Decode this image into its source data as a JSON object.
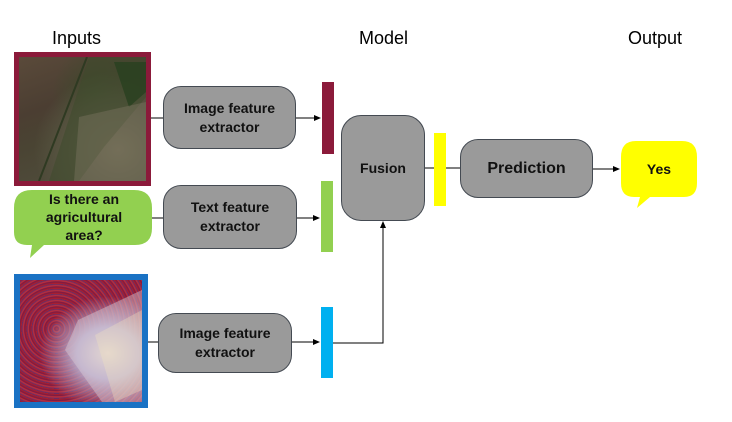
{
  "headers": {
    "inputs": "Inputs",
    "model": "Model",
    "output": "Output"
  },
  "boxes": {
    "image_extractor_top": "Image feature extractor",
    "text_extractor": "Text feature extractor",
    "image_extractor_bottom": "Image feature extractor",
    "fusion": "Fusion",
    "prediction": "Prediction"
  },
  "bubbles": {
    "question": "Is there an agricultural area?",
    "answer": "Yes"
  },
  "colors": {
    "optical_frame": "#8b1a3a",
    "sar_frame": "#1a72c4",
    "bar_image_top": "#8b1a3a",
    "bar_text": "#92d050",
    "bar_image_bottom": "#00b0f0",
    "bar_fusion": "#ffff00",
    "question_bubble": "#92d050",
    "answer_bubble": "#ffff00",
    "box_fill": "#9a9a9a"
  },
  "icons": {
    "optical_image": "satellite-optical-image",
    "sar_image": "satellite-sar-image"
  }
}
